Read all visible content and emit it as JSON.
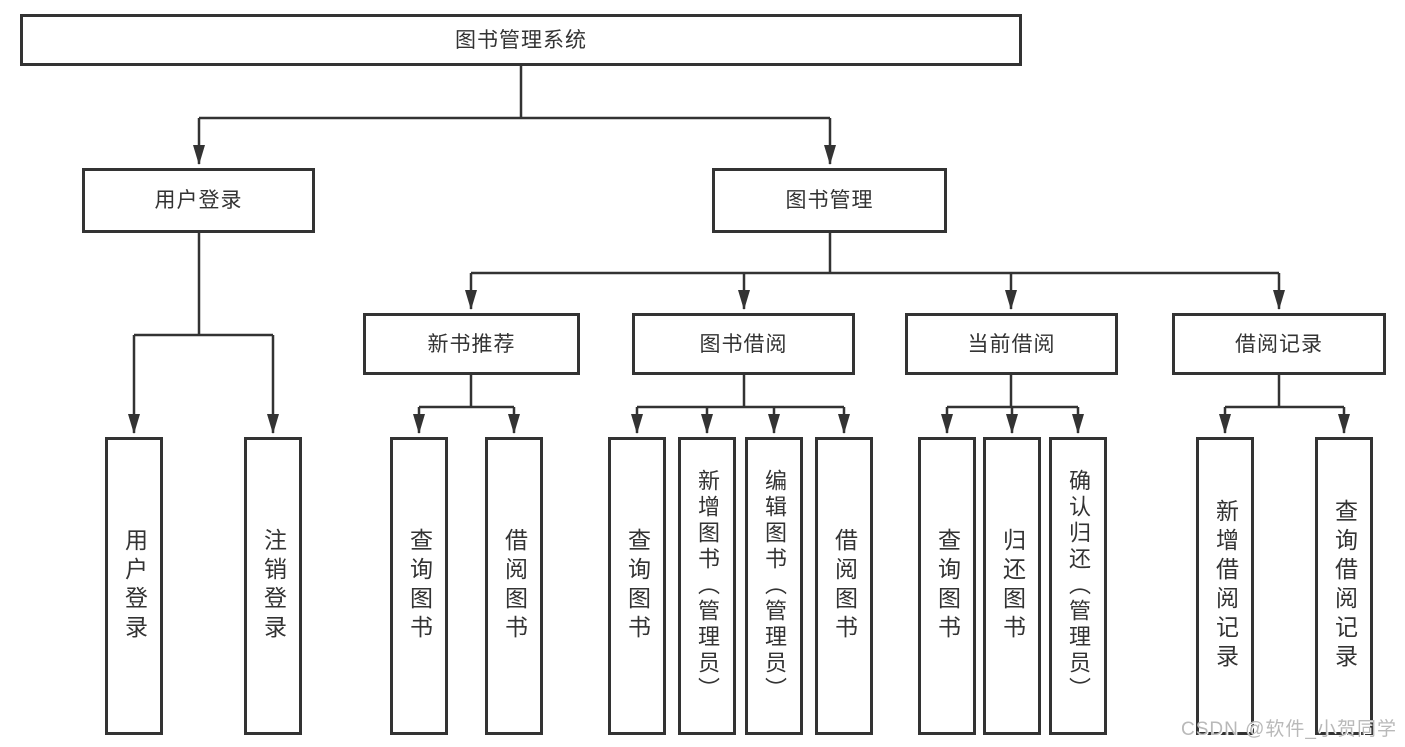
{
  "nodes": {
    "root": {
      "label": "图书管理系统"
    },
    "user_login": {
      "label": "用户登录"
    },
    "book_management": {
      "label": "图书管理"
    },
    "new_book_recommendation": {
      "label": "新书推荐"
    },
    "book_borrowing": {
      "label": "图书借阅"
    },
    "current_borrowing": {
      "label": "当前借阅"
    },
    "borrowing_records": {
      "label": "借阅记录"
    },
    "leaf_user_login": {
      "label": "用户登录"
    },
    "leaf_logout": {
      "label": "注销登录"
    },
    "leaf_query_books_recommend": {
      "label": "查询图书"
    },
    "leaf_borrow_books_recommend": {
      "label": "借阅图书"
    },
    "leaf_query_books_borrow": {
      "label": "查询图书"
    },
    "leaf_add_books_admin": {
      "label": "新增图书（管理员）"
    },
    "leaf_edit_books_admin": {
      "label": "编辑图书（管理员）"
    },
    "leaf_borrow_books_borrow": {
      "label": "借阅图书"
    },
    "leaf_query_books_current": {
      "label": "查询图书"
    },
    "leaf_return_books": {
      "label": "归还图书"
    },
    "leaf_confirm_return_admin": {
      "label": "确认归还（管理员）"
    },
    "leaf_add_borrow_record": {
      "label": "新增借阅记录"
    },
    "leaf_query_borrow_record": {
      "label": "查询借阅记录"
    }
  },
  "hierarchy": {
    "图书管理系统": {
      "用户登录": [
        "用户登录",
        "注销登录"
      ],
      "图书管理": {
        "新书推荐": [
          "查询图书",
          "借阅图书"
        ],
        "图书借阅": [
          "查询图书",
          "新增图书（管理员）",
          "编辑图书（管理员）",
          "借阅图书"
        ],
        "当前借阅": [
          "查询图书",
          "归还图书",
          "确认归还（管理员）"
        ],
        "借阅记录": [
          "新增借阅记录",
          "查询借阅记录"
        ]
      }
    }
  },
  "watermark": {
    "text": "CSDN @软件_小贺同学"
  },
  "colors": {
    "line": "#333333",
    "box_border": "#333333",
    "text": "#333333",
    "watermark": "#b9b9b9",
    "background": "#ffffff"
  }
}
